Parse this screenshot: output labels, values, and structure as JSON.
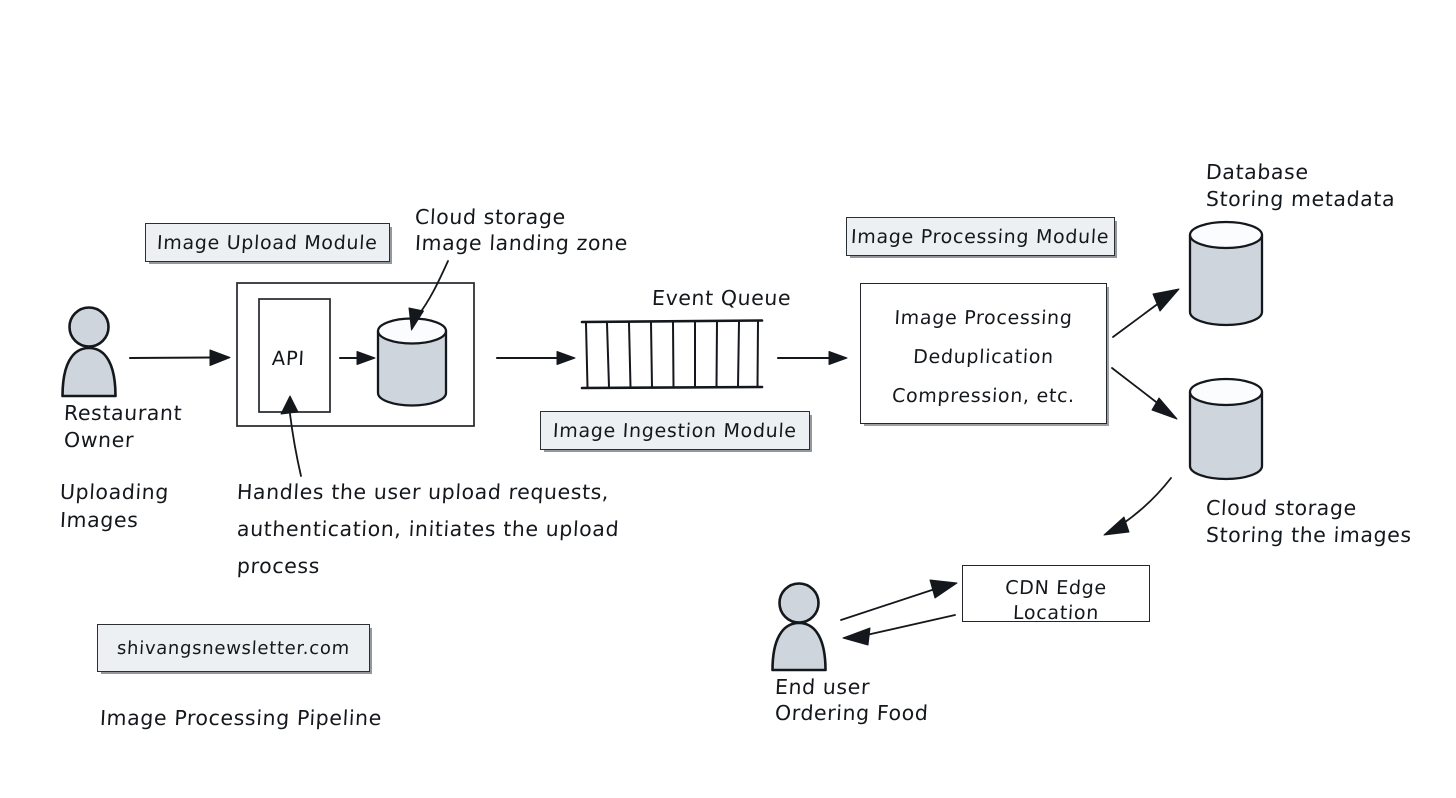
{
  "diagram": {
    "title": "Image Processing Pipeline",
    "watermark": "shivangsnewsletter.com",
    "colors": {
      "ink": "#14181c",
      "plaque_fill": "#edf0f2",
      "shape_fill": "#ced5dd",
      "background": "#ffffff"
    }
  },
  "actors": {
    "restaurant_owner": {
      "name_line1": "Restaurant",
      "name_line2": "Owner",
      "action_line1": "Uploading",
      "action_line2": "Images"
    },
    "end_user": {
      "name_line1": "End user",
      "name_line2": "Ordering Food"
    }
  },
  "modules": {
    "upload": "Image Upload Module",
    "ingestion": "Image Ingestion Module",
    "processing": "Image Processing Module"
  },
  "nodes": {
    "api": "API",
    "landing_zone_note_line1": "Cloud storage",
    "landing_zone_note_line2": "Image landing zone",
    "event_queue": "Event Queue",
    "processing_box_line1": "Image Processing",
    "processing_box_line2": "Deduplication",
    "processing_box_line3": "Compression, etc.",
    "database_note_line1": "Database",
    "database_note_line2": "Storing metadata",
    "cloud_storage_note_line1": "Cloud storage",
    "cloud_storage_note_line2": "Storing the images",
    "cdn_line1": "CDN Edge",
    "cdn_line2": "Location"
  },
  "annotations": {
    "api_note_line1": "Handles the user upload requests,",
    "api_note_line2": "authentication, initiates the upload",
    "api_note_line3": "process"
  }
}
